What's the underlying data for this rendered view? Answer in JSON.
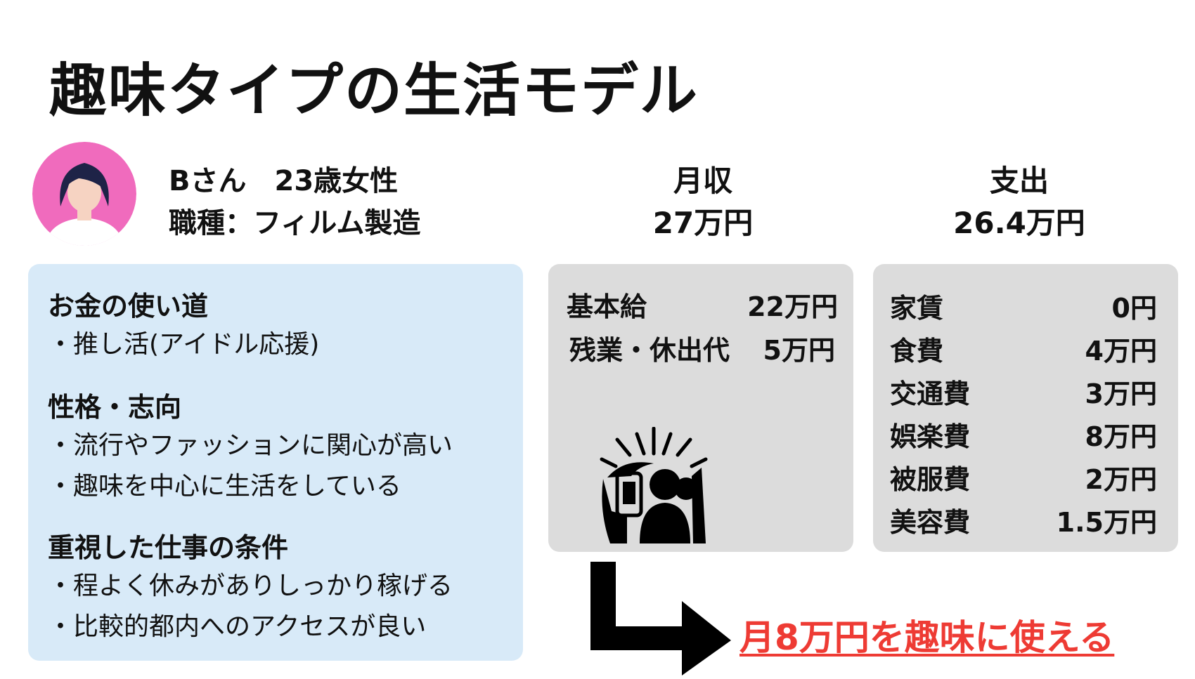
{
  "title": "趣味タイプの生活モデル",
  "profile": {
    "line1": "Bさん　23歳女性",
    "line2": "職種：フィルム製造"
  },
  "income_header": {
    "label": "月収",
    "total": "27万円"
  },
  "expense_header": {
    "label": "支出",
    "total": "26.4万円"
  },
  "traits": {
    "sections": [
      {
        "heading": "お金の使い道",
        "items": [
          "・推し活(アイドル応援)"
        ]
      },
      {
        "heading": "性格・志向",
        "items": [
          "・流行やファッションに関心が高い",
          "・趣味を中心に生活をしている"
        ]
      },
      {
        "heading": "重視した仕事の条件",
        "items": [
          "・程よく休みがありしっかり稼げる",
          "・比較的都内へのアクセスが良い"
        ]
      }
    ]
  },
  "income_items": [
    {
      "label": "基本給",
      "value": "22万円"
    },
    {
      "label": "残業・休出代",
      "value": "5万円"
    }
  ],
  "expense_items": [
    {
      "label": "家賃",
      "value": "0円"
    },
    {
      "label": "食費",
      "value": "4万円"
    },
    {
      "label": "交通費",
      "value": "3万円"
    },
    {
      "label": "娯楽費",
      "value": "8万円"
    },
    {
      "label": "被服費",
      "value": "2万円"
    },
    {
      "label": "美容費",
      "value": "1.5万円"
    }
  ],
  "result": "月8万円を趣味に使える",
  "colors": {
    "avatar_bg": "#f06bbd",
    "traits_panel": "#d8eaf8",
    "amount_panel": "#dcdcdc",
    "result_text": "#ee3b34"
  }
}
